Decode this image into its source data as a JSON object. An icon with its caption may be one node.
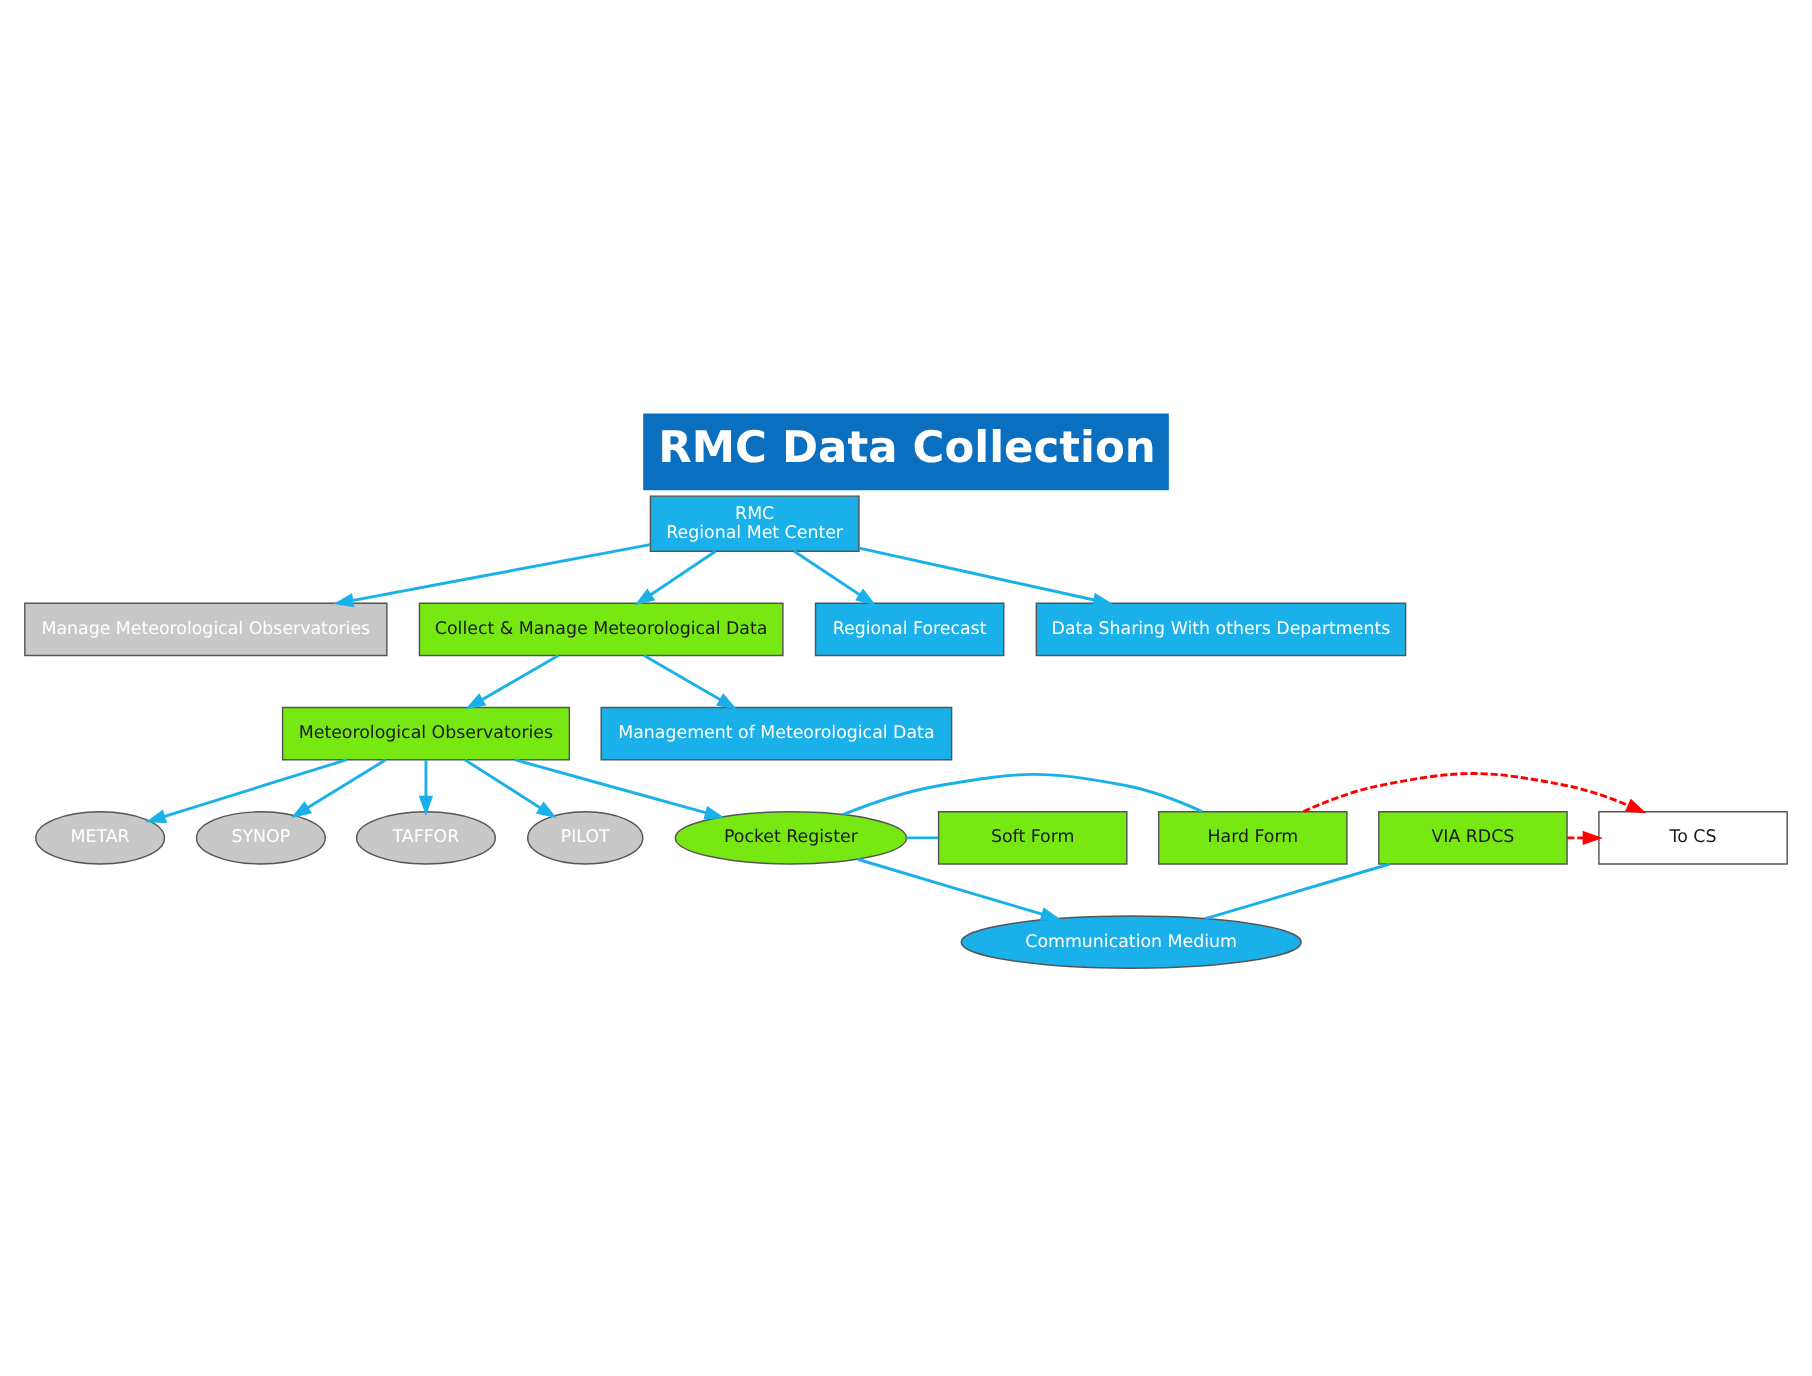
{
  "diagram": {
    "title": "RMC Data Collection",
    "nodes": [
      {
        "text": [
          "RMC",
          "Regional Met Center"
        ]
      },
      {
        "text": [
          "Manage Meteorological Observatories"
        ]
      },
      {
        "text": [
          "Collect & Manage Meteorological Data"
        ]
      },
      {
        "text": [
          "Regional Forecast"
        ]
      },
      {
        "text": [
          "Data Sharing With others Departments"
        ]
      },
      {
        "text": [
          "Meteorological Observatories"
        ]
      },
      {
        "text": [
          "Management of Meteorological Data"
        ]
      },
      {
        "text": [
          "METAR"
        ]
      },
      {
        "text": [
          "SYNOP"
        ]
      },
      {
        "text": [
          "TAFFOR"
        ]
      },
      {
        "text": [
          "PILOT"
        ]
      },
      {
        "text": [
          "Pocket Register"
        ]
      },
      {
        "text": [
          "Hard Form"
        ]
      },
      {
        "text": [
          "Soft Form"
        ]
      },
      {
        "text": [
          "VIA RDCS"
        ]
      },
      {
        "text": [
          "To CS"
        ]
      },
      {
        "text": [
          "Communication Medium"
        ]
      }
    ],
    "edges": [
      {
        "from": 0,
        "to": 1,
        "arrow": "to"
      },
      {
        "from": 0,
        "to": 2,
        "arrow": "to"
      },
      {
        "from": 0,
        "to": 3,
        "arrow": "to"
      },
      {
        "from": 0,
        "to": 4,
        "arrow": "to"
      },
      {
        "from": 2,
        "to": 5,
        "arrow": "to"
      },
      {
        "from": 2,
        "to": 6,
        "arrow": "to"
      },
      {
        "from": 5,
        "to": 7,
        "arrow": "to"
      },
      {
        "from": 5,
        "to": 8,
        "arrow": "to"
      },
      {
        "from": 5,
        "to": 9,
        "arrow": "to"
      },
      {
        "from": 5,
        "to": 10,
        "arrow": "to"
      },
      {
        "from": 5,
        "to": 11,
        "arrow": "to"
      },
      {
        "from": 11,
        "to": 12,
        "arrow": "none"
      },
      {
        "from": 11,
        "to": 13,
        "arrow": "none"
      },
      {
        "from": 11,
        "to": 16,
        "arrow": "to"
      },
      {
        "from": 16,
        "to": 14,
        "arrow": "none"
      },
      {
        "from": 12,
        "to": 15,
        "arrow": "to",
        "style": "dashed",
        "color": "#ff0000"
      },
      {
        "from": 14,
        "to": 15,
        "arrow": "to",
        "style": "dashed",
        "color": "#ff0000"
      }
    ]
  }
}
